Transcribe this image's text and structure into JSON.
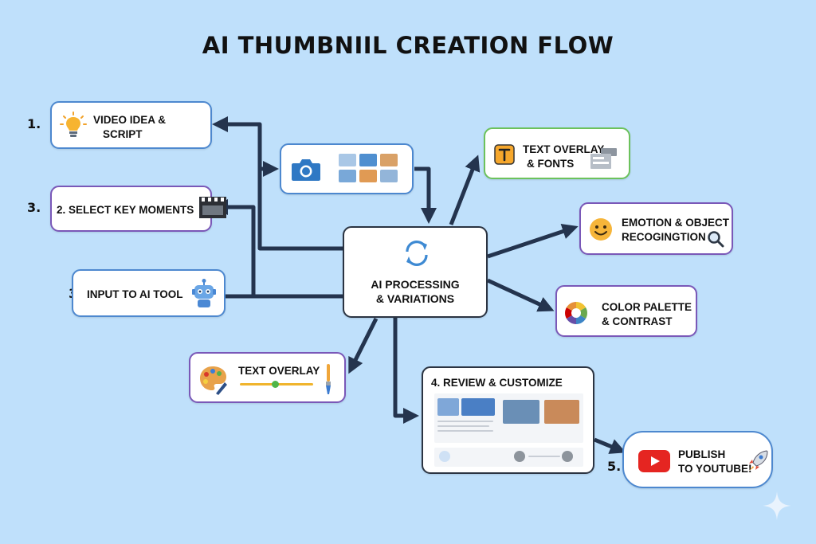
{
  "title": "AI THUMBNIIL CREATION FLOW",
  "steps": {
    "video_idea": {
      "number": "1.",
      "line1": "VIDEO IDEA &",
      "line2": "SCRIPT"
    },
    "select_moments": {
      "number": "3.",
      "label": "2. SELECT KEY MOMENTS"
    },
    "input_ai": {
      "number": "3.",
      "label": "INPUT TO AI TOOL"
    },
    "ai_processing": {
      "line1": "AI PROCESSING",
      "line2": "& VARIATIONS"
    },
    "text_overlay_fonts": {
      "line1": "TEXT OVERLAY",
      "line2": "& FONTS"
    },
    "emotion": {
      "line1": "EMOTION & OBJECT",
      "line2": "RECOGINGTION"
    },
    "color": {
      "line1": "COLOR PALETTE",
      "line2": "& CONTRAST"
    },
    "text_overlay": {
      "label": "TEXT OVERLAY"
    },
    "review": {
      "label": "4. REVIEW & CUSTOMIZE"
    },
    "publish": {
      "number": "5.",
      "line1": "PUBLISH",
      "line2": "TO YOUTUBE!"
    }
  },
  "icons": {
    "video_idea": "lightbulb-icon",
    "camera": "camera-icon",
    "select_moments": "clapperboard-icon",
    "input_ai": "robot-icon",
    "ai_processing": "refresh-cycle-icon",
    "text_overlay_fonts": "text-t-icon",
    "emotion": "smiley-icon",
    "emotion_search": "magnifier-icon",
    "color": "color-wheel-icon",
    "text_overlay": "palette-icon",
    "publish": "youtube-icon",
    "publish_rocket": "rocket-icon",
    "sparkle": "sparkle-icon"
  },
  "colors": {
    "background": "#bfe0fb",
    "arrow": "#24344e",
    "box_blue": "#4d88cf",
    "box_purple": "#7a58b8",
    "box_green": "#6cc25c",
    "youtube_red": "#e52521"
  }
}
